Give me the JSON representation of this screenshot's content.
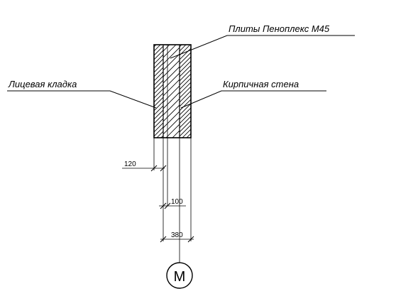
{
  "labels": {
    "penoplex": "Плиты Пеноплекс М45",
    "facing": "Лицевая кладка",
    "brick_wall": "Кирпичная стена"
  },
  "dimensions": {
    "facing_thickness": "120",
    "insulation_thickness": "100",
    "wall_thickness": "380"
  },
  "axis_mark": "М"
}
